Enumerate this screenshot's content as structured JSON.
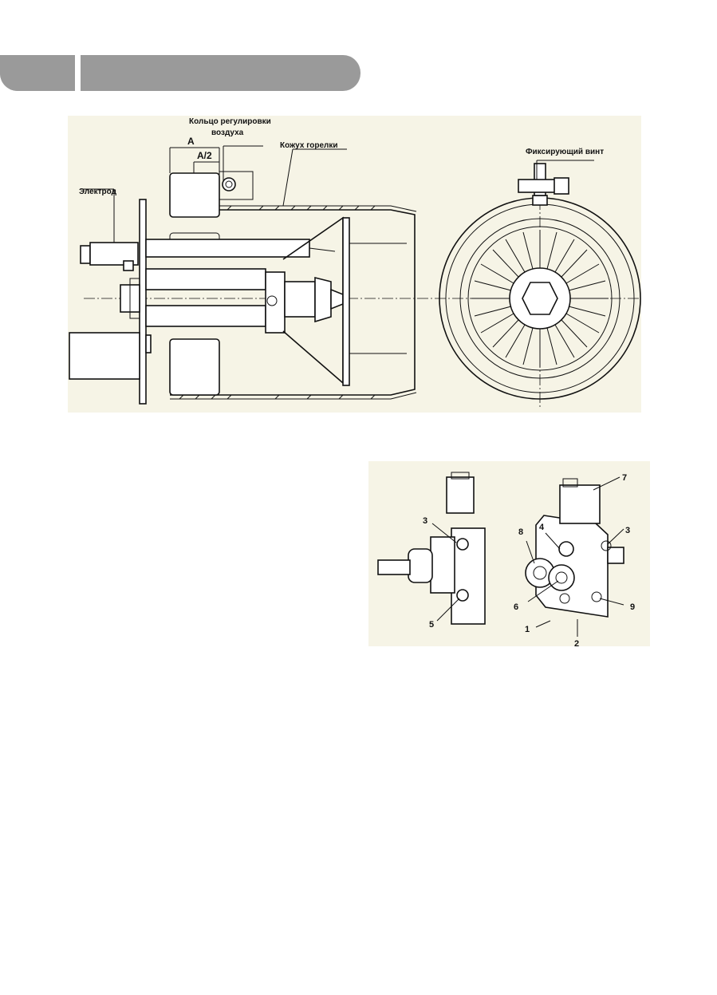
{
  "figure1": {
    "labels": {
      "air_ring": "Кольцо регулировки",
      "air_ring2": "воздуха",
      "housing": "Кожух горелки",
      "electrode": "Электрод",
      "dim_a": "A",
      "dim_a2": "A/2",
      "fixing_screw": "Фиксирующий винт"
    }
  },
  "figure2": {
    "callouts": [
      "3",
      "5",
      "7",
      "4",
      "3",
      "8",
      "6",
      "9",
      "1",
      "2"
    ]
  }
}
